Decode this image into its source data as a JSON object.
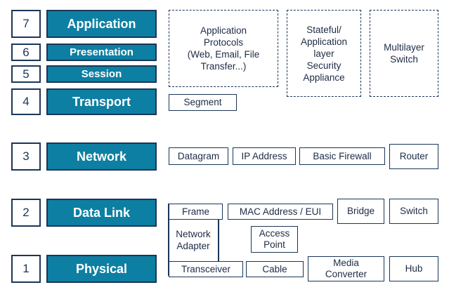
{
  "layers": [
    {
      "num": "7",
      "name": "Application"
    },
    {
      "num": "6",
      "name": "Presentation"
    },
    {
      "num": "5",
      "name": "Session"
    },
    {
      "num": "4",
      "name": "Transport"
    },
    {
      "num": "3",
      "name": "Network"
    },
    {
      "num": "2",
      "name": "Data Link"
    },
    {
      "num": "1",
      "name": "Physical"
    }
  ],
  "upper": {
    "app_protocols": [
      "Application",
      "Protocols",
      "(Web, Email, File",
      "Transfer...)"
    ],
    "stateful": [
      "Stateful/",
      "Application",
      "layer",
      "Security",
      "Appliance"
    ],
    "multilayer": [
      "Multilayer",
      "Switch"
    ]
  },
  "transport": {
    "segment": "Segment"
  },
  "network": {
    "datagram": "Datagram",
    "ip_address": "IP Address",
    "basic_firewall": "Basic Firewall",
    "router": "Router"
  },
  "datalink": {
    "frame": "Frame",
    "mac": "MAC Address / EUI",
    "bridge": "Bridge",
    "switch": "Switch",
    "network_adapter": [
      "Network",
      "Adapter"
    ],
    "access_point": [
      "Access",
      "Point"
    ]
  },
  "physical": {
    "transceiver": "Transceiver",
    "cable": "Cable",
    "media_converter": [
      "Media",
      "Converter"
    ],
    "hub": "Hub"
  }
}
